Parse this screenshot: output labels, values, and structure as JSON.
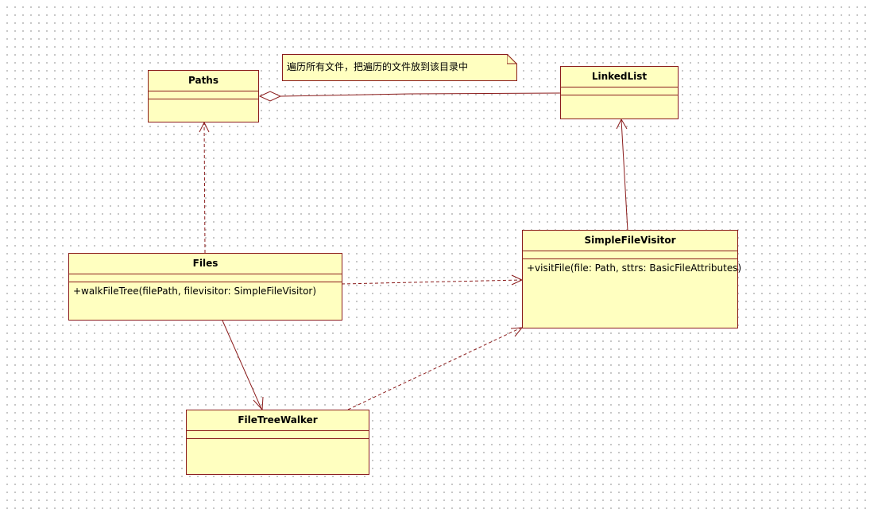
{
  "diagram": {
    "note": {
      "text": "遍历所有文件，把遍历的文件放到该目录中"
    },
    "classes": {
      "paths": {
        "name": "Paths",
        "operations": []
      },
      "linked_list": {
        "name": "LinkedList",
        "operations": []
      },
      "files": {
        "name": "Files",
        "operations": [
          "+walkFileTree(filePath, filevisitor: SimpleFileVisitor)"
        ]
      },
      "simple_file_visitor": {
        "name": "SimpleFileVisitor",
        "operations": [
          "+visitFile(file: Path, sttrs: BasicFileAttributes)"
        ]
      },
      "file_tree_walker": {
        "name": "FileTreeWalker",
        "operations": []
      }
    },
    "relationships": [
      {
        "from": "Paths",
        "to": "LinkedList",
        "kind": "aggregation"
      },
      {
        "from": "Files",
        "to": "Paths",
        "kind": "dependency"
      },
      {
        "from": "Files",
        "to": "SimpleFileVisitor",
        "kind": "dependency"
      },
      {
        "from": "Files",
        "to": "FileTreeWalker",
        "kind": "association"
      },
      {
        "from": "FileTreeWalker",
        "to": "SimpleFileVisitor",
        "kind": "dependency"
      },
      {
        "from": "SimpleFileVisitor",
        "to": "LinkedList",
        "kind": "association"
      }
    ],
    "colors": {
      "class_fill": "#ffffc0",
      "class_border": "#8b1c1c",
      "connector": "#8b1c1c"
    }
  }
}
